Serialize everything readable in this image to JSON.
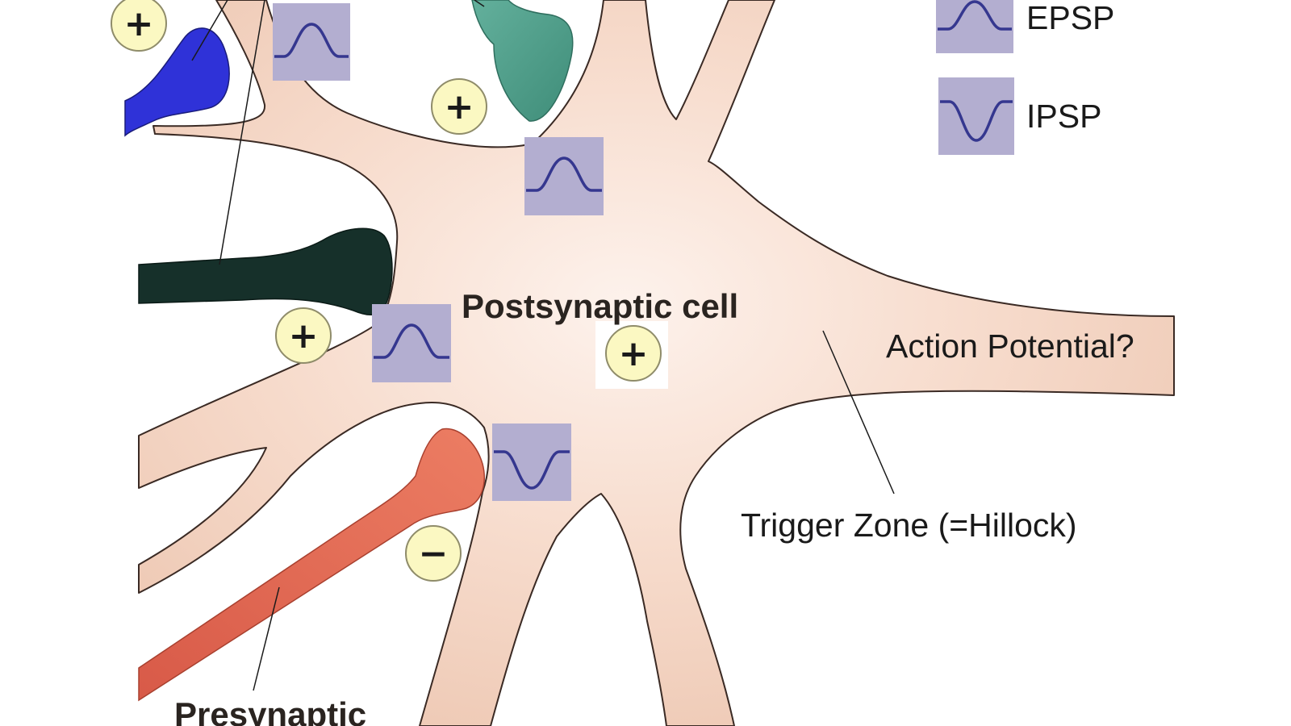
{
  "labels": {
    "postsynaptic_cell": "Postsynaptic cell",
    "action_potential": "Action Potential?",
    "trigger_zone": "Trigger Zone (=Hillock)",
    "presynaptic": "Presynaptic"
  },
  "legend": {
    "epsp": "EPSP",
    "ipsp": "IPSP"
  },
  "signs": {
    "plus": "+",
    "minus": "−"
  },
  "colors": {
    "cell_body": "#f5d8c8",
    "membrane_outline": "#3a2a24",
    "potential_box": "#b3aed0",
    "potential_wave": "#35378f",
    "sign_circle": "#fbf8c2",
    "terminal_blue": "#2f32d8",
    "terminal_teal": "#4a9c88",
    "terminal_dark": "#16302a",
    "terminal_red": "#e06a55"
  }
}
